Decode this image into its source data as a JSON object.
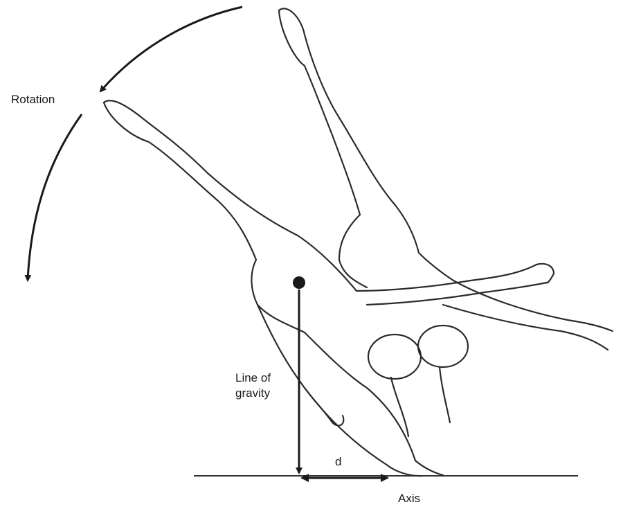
{
  "labels": {
    "rotation": "Rotation",
    "line_of_gravity_line1": "Line of",
    "line_of_gravity_line2": "gravity",
    "distance": "d",
    "axis": "Axis"
  },
  "colors": {
    "ink": "#1a1a1a",
    "figure_stroke": "#2b2b2b",
    "background": "#ffffff"
  },
  "icons": {
    "center_of_gravity": "filled-circle",
    "rotation_arrow": "curved-arrow",
    "distance_arrow": "double-headed-arrow"
  }
}
